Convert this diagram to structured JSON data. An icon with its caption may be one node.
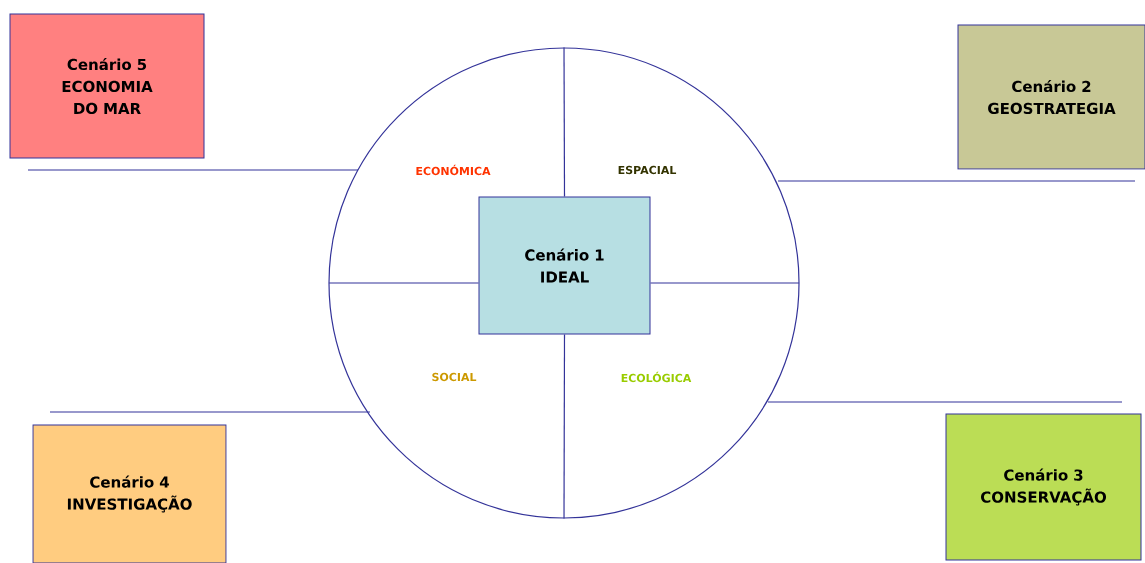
{
  "diagram": {
    "nodes": [
      {
        "text": [
          "Cenário 5",
          "ECONOMIA DO MAR"
        ]
      },
      {
        "text": [
          "Cenário 2",
          "GEOSTRATEGIA"
        ]
      },
      {
        "text": [
          "ECONÓMICA",
          "ESPACIAL",
          "SOCIAL",
          "ECOLÓGICA"
        ]
      },
      {
        "text": [
          "Cenário 1",
          "IDEAL"
        ],
        "in": 2
      },
      {
        "text": [
          "Cenário 4",
          "INVESTIGAÇÃO"
        ]
      },
      {
        "text": [
          "Cenário 3",
          "CONSERVAÇÃO"
        ]
      }
    ]
  }
}
